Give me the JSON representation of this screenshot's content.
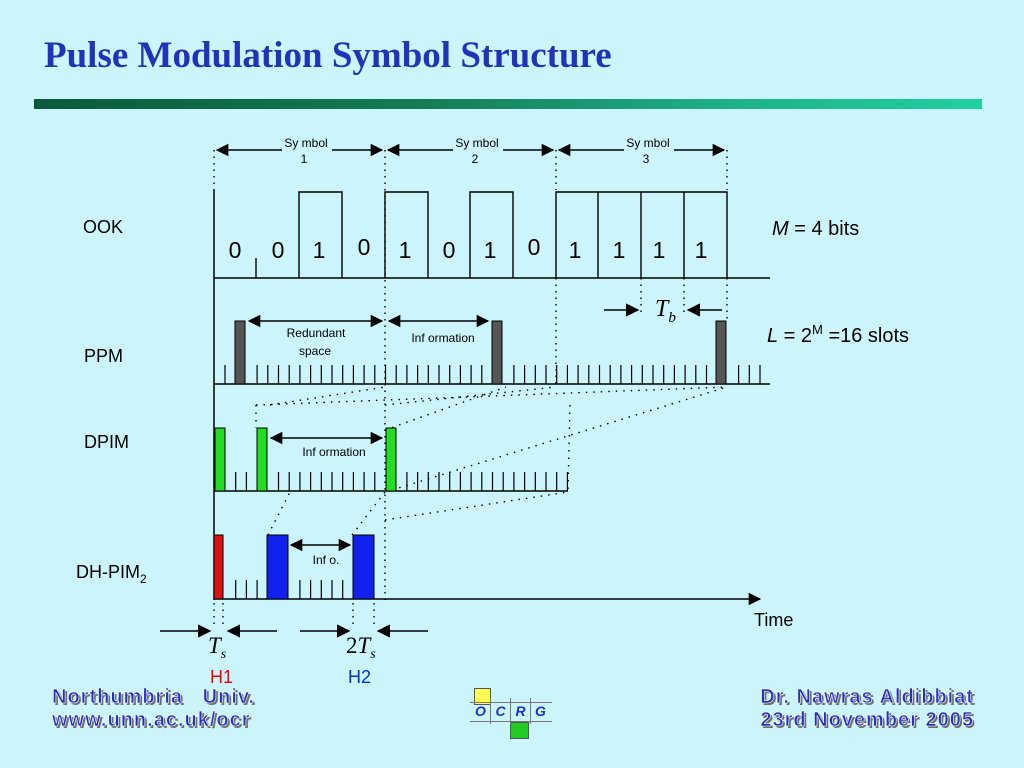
{
  "title": "Pulse Modulation Symbol Structure",
  "colors": {
    "title": "#2233bb",
    "background": "#ccf5fb",
    "ppm_pulse": "#555555",
    "dpim_pulse": "#22dd22",
    "dhpim_h1": "#dd1111",
    "dhpim_h2": "#1122ee",
    "h1_label": "#ee0000",
    "h2_label": "#0033cc"
  },
  "symbols": [
    {
      "word": "Sy mbol",
      "number": "1"
    },
    {
      "word": "Sy mbol",
      "number": "2"
    },
    {
      "word": "Sy mbol",
      "number": "3"
    }
  ],
  "rows": {
    "ook": "OOK",
    "ppm": "PPM",
    "dpim": "DPIM",
    "dhpim": "DH-PIM",
    "dhpim_sub": "2"
  },
  "ook_bits": [
    "0",
    "0",
    "1",
    "0",
    "1",
    "0",
    "1",
    "0",
    "1",
    "1",
    "1",
    "1"
  ],
  "annotations": {
    "m_var": "M",
    "m_rest": " = 4 bits",
    "l_var": "L",
    "l_eq": " = 2",
    "l_sup": "M",
    "l_rest": " =16 slots",
    "tb_main": "T",
    "tb_sub": "b",
    "redundant_1": "Redundant",
    "redundant_2": "space",
    "information": "Inf ormation",
    "info_short": "Inf o.",
    "time": "Time",
    "ts_main": "T",
    "ts_sub": "s",
    "two_ts_prefix": "2",
    "two_ts_main": "T",
    "two_ts_sub": "s",
    "h1": "H1",
    "h2": "H2"
  },
  "footer": {
    "left_line1": "Northumbria   Univ.",
    "left_line2": "www.unn.ac.uk/ocr",
    "right_line1": "Dr. Nawras Aldibbiat",
    "right_line2": "23rd November 2005"
  },
  "logo": {
    "letters": [
      "O",
      "C",
      "R",
      "G"
    ],
    "colors": [
      "#ffff55",
      "#22cc22"
    ]
  }
}
